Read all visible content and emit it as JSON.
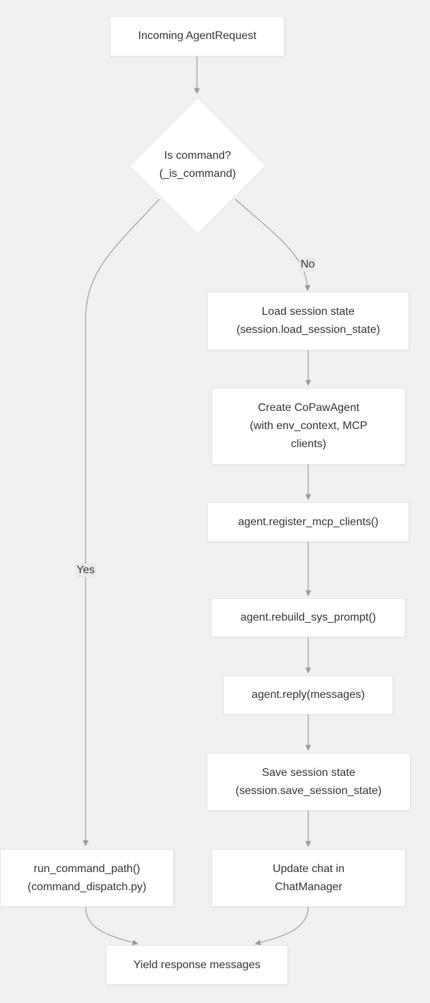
{
  "nodes": {
    "incoming_request": [
      "Incoming AgentRequest"
    ],
    "is_command": [
      "Is command?",
      "(_is_command)"
    ],
    "load_session": [
      "Load session state",
      "(session.load_session_state)"
    ],
    "create_agent": [
      "Create CoPawAgent",
      "(with env_context, MCP",
      "clients)"
    ],
    "register_mcp": [
      "agent.register_mcp_clients()"
    ],
    "rebuild_prompt": [
      "agent.rebuild_sys_prompt()"
    ],
    "agent_reply": [
      "agent.reply(messages)"
    ],
    "save_session": [
      "Save session state",
      "(session.save_session_state)"
    ],
    "run_command": [
      "run_command_path()",
      "(command_dispatch.py)"
    ],
    "update_chat": [
      "Update chat in",
      "ChatManager"
    ],
    "yield_response": [
      "Yield response messages"
    ]
  },
  "edge_labels": {
    "no": "No",
    "yes": "Yes"
  },
  "colors": {
    "background": "#f1f1f1",
    "node_fill": "#ffffff",
    "edge": "#9a9a9a",
    "text": "#333333"
  }
}
